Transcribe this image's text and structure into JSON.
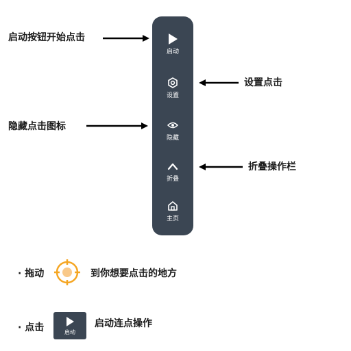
{
  "toolbar": {
    "items": [
      {
        "label": "启动",
        "icon": "play-icon"
      },
      {
        "label": "设置",
        "icon": "gear-icon"
      },
      {
        "label": "隐藏",
        "icon": "eye-icon"
      },
      {
        "label": "折叠",
        "icon": "chevron-up-icon"
      },
      {
        "label": "主页",
        "icon": "home-icon"
      }
    ],
    "background": "#3b4653"
  },
  "annotations": {
    "start": "启动按钮开始点击",
    "settings": "设置点击",
    "hide": "隐藏点击图标",
    "collapse": "折叠操作栏"
  },
  "instructions": {
    "drag_prefix": "· 拖动",
    "drag_suffix": "到你想要点击的地方",
    "click_prefix": "· 点击",
    "click_tile_label": "启动",
    "click_suffix": "启动连点操作"
  },
  "colors": {
    "target_ring": "#f5a623",
    "target_dot": "#f9c98a"
  }
}
